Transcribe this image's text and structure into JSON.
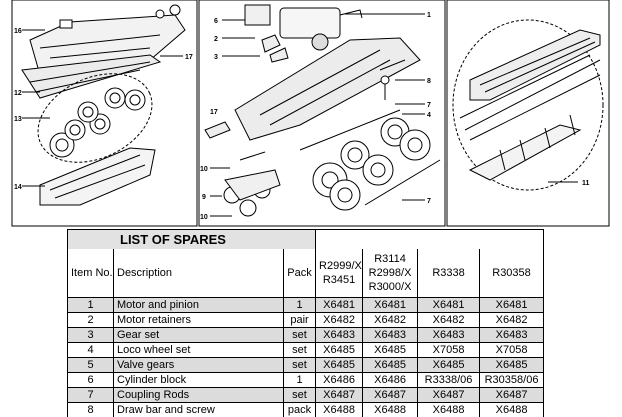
{
  "callouts": [
    "16",
    "12",
    "13",
    "14",
    "17",
    "6",
    "2",
    "3",
    "1",
    "8",
    "7",
    "4",
    "17",
    "10",
    "9",
    "10",
    "7",
    "11"
  ],
  "table": {
    "title": "LIST OF SPARES",
    "headers": [
      "Item No.",
      "Description",
      "Pack",
      "R2999/X\nR3451",
      "R3114\nR2998/X\nR3000/X",
      "R3338",
      "R30358"
    ],
    "rows": [
      [
        "1",
        "Motor and pinion",
        "1",
        "X6481",
        "X6481",
        "X6481",
        "X6481"
      ],
      [
        "2",
        "Motor retainers",
        "pair",
        "X6482",
        "X6482",
        "X6482",
        "X6482"
      ],
      [
        "3",
        "Gear set",
        "set",
        "X6483",
        "X6483",
        "X6483",
        "X6483"
      ],
      [
        "4",
        "Loco wheel set",
        "set",
        "X6485",
        "X6485",
        "X7058",
        "X7058"
      ],
      [
        "5",
        "Valve gears",
        "set",
        "X6485",
        "X6485",
        "X6485",
        "X6485"
      ],
      [
        "6",
        "Cylinder block",
        "1",
        "X6486",
        "X6486",
        "R3338/06",
        "R30358/06"
      ],
      [
        "7",
        "Coupling Rods",
        "set",
        "X6487",
        "X6487",
        "X6487",
        "X6487"
      ],
      [
        "8",
        "Draw bar and screw",
        "pack",
        "X6488",
        "X6488",
        "X6488",
        "X6488"
      ]
    ]
  }
}
